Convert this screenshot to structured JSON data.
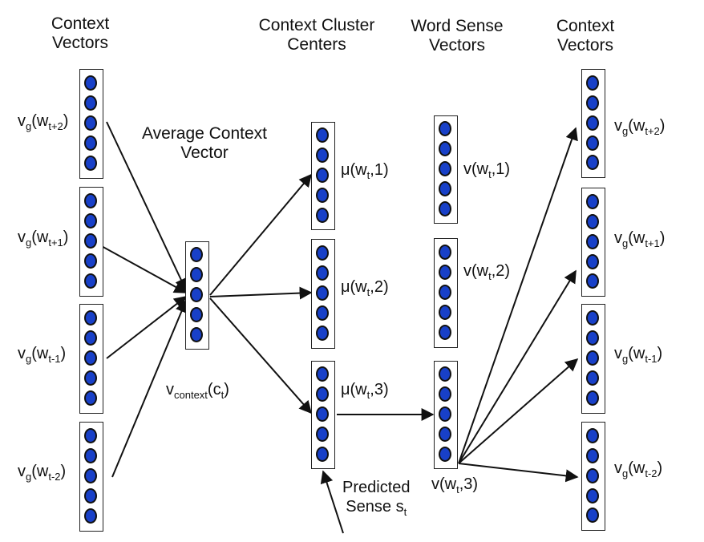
{
  "titles": {
    "left_context": [
      "Context",
      "Vectors"
    ],
    "cluster_centers": [
      "Context Cluster",
      "Centers"
    ],
    "word_sense": [
      "Word Sense",
      "Vectors"
    ],
    "right_context": [
      "Context",
      "Vectors"
    ],
    "average": [
      "Average Context",
      "Vector"
    ]
  },
  "labels": {
    "vg": "v",
    "g": "g",
    "w": "(w",
    "t_plus_2": "t+2",
    "t_plus_1": "t+1",
    "t_minus_1": "t-1",
    "t_minus_2": "t-2",
    "close": ")",
    "vcontext": "v",
    "context_sub": "context",
    "ct": "(c",
    "t": "t",
    "mu1": "μ(w",
    "mu_k1": ",1)",
    "mu_k2": ",2)",
    "mu_k3": ",3)",
    "v_sense": "v(w",
    "predicted": "Predicted",
    "sense": "Sense s"
  },
  "colors": {
    "node_fill": "#1840c8",
    "ink": "#111111"
  }
}
